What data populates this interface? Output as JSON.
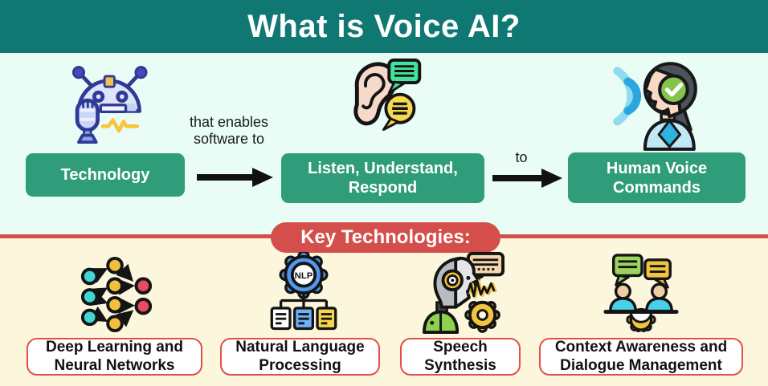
{
  "header": {
    "title": "What is Voice AI?"
  },
  "colors": {
    "header_bg": "#107873",
    "flow_bg": "#e9fcf5",
    "tech_bg": "#fcf7dc",
    "button_green": "#2f9d7a",
    "banner_red": "#d44f4b",
    "label_border_red": "#e0504b",
    "arrow_black": "#111111"
  },
  "flow": {
    "steps": [
      {
        "icon": "robot-assistant-icon",
        "label": "Technology"
      },
      {
        "icon": "ear-listening-icon",
        "label": "Listen, Understand, Respond"
      },
      {
        "icon": "human-speaking-icon",
        "label": "Human Voice Commands"
      }
    ],
    "connector_enables": "that enables software to",
    "connector_to": "to"
  },
  "key_technologies": {
    "banner": "Key Technologies:",
    "items": [
      {
        "icon": "neural-network-icon",
        "lines": [
          "Deep Learning and",
          "Neural Networks"
        ]
      },
      {
        "icon": "nlp-gear-icon",
        "icon_text": "NLP",
        "lines": [
          "Natural Language",
          "Processing"
        ]
      },
      {
        "icon": "speech-synthesis-robot-icon",
        "lines": [
          "Speech",
          "Synthesis"
        ]
      },
      {
        "icon": "dialogue-people-icon",
        "lines": [
          "Context Awareness and",
          "Dialogue Management"
        ]
      }
    ]
  }
}
